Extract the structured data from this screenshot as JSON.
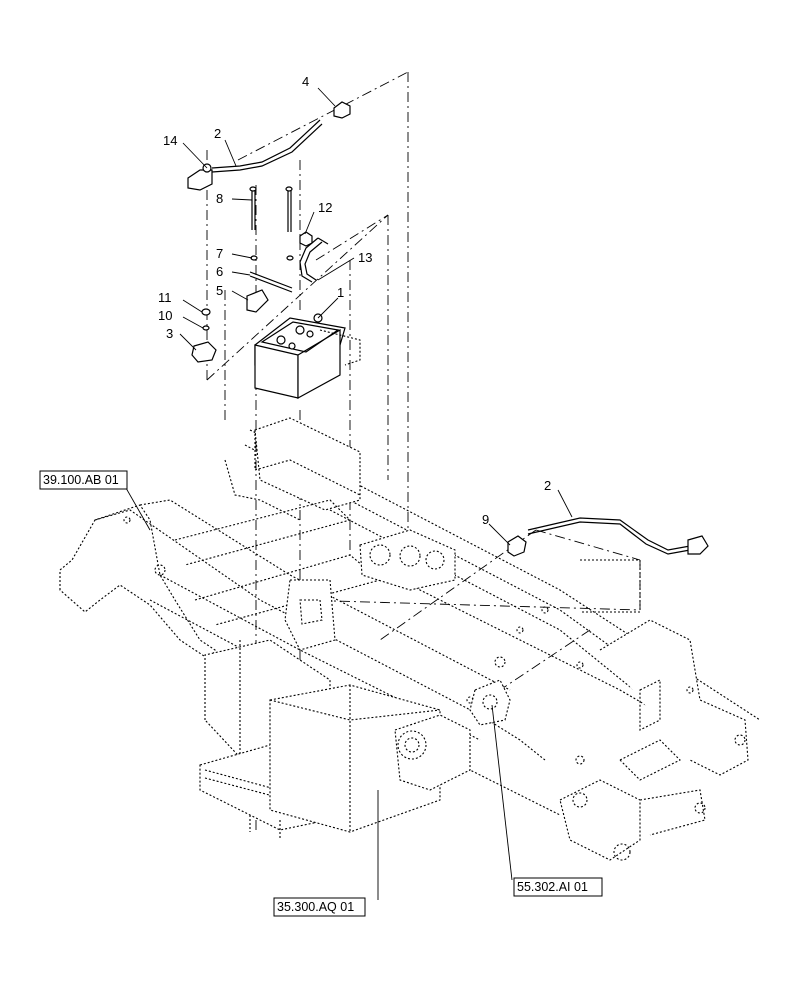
{
  "callouts": [
    {
      "label": "1"
    },
    {
      "label": "2"
    },
    {
      "label": "2"
    },
    {
      "label": "3"
    },
    {
      "label": "4"
    },
    {
      "label": "5"
    },
    {
      "label": "6"
    },
    {
      "label": "7"
    },
    {
      "label": "8"
    },
    {
      "label": "9"
    },
    {
      "label": "10"
    },
    {
      "label": "11"
    },
    {
      "label": "12"
    },
    {
      "label": "13"
    },
    {
      "label": "14"
    }
  ],
  "references": [
    {
      "label": "39.100.AB 01"
    },
    {
      "label": "35.300.AQ 01"
    },
    {
      "label": "55.302.AI 01"
    }
  ]
}
